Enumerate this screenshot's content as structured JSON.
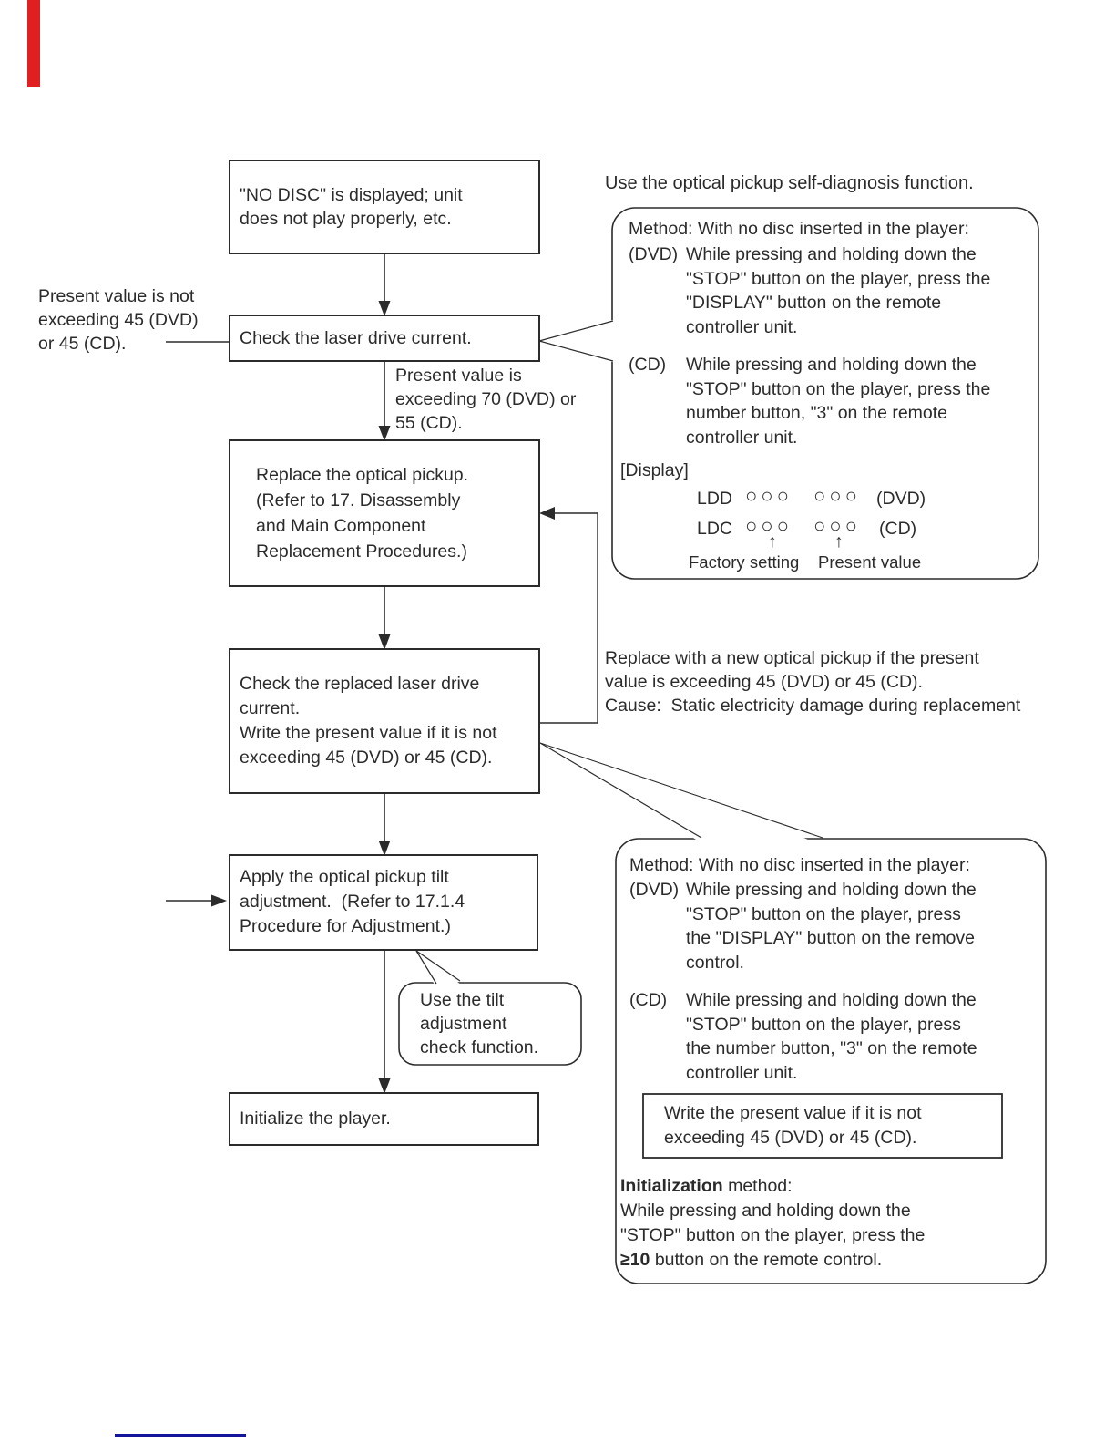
{
  "colors": {
    "ink": "#2b2b2b",
    "red_tab": "#e02020",
    "footer_rule_blue": "#15159b"
  },
  "flowchart": {
    "symptom_box": "\"NO DISC\" is displayed; unit\ndoes not play properly, etc.",
    "ok_branch_label": "Present value is not\nexceeding 45 (DVD)\nor 45 (CD).",
    "check_current_box": "Check the laser drive current.",
    "fail_branch_label": "Present value is\nexceeding 70 (DVD) or\n55 (CD).",
    "replace_pickup_box": "Replace the optical pickup.\n(Refer to 17. Disassembly\nand Main Component\nReplacement Procedures.)",
    "check_replaced_box": "Check the replaced laser drive\ncurrent.\nWrite the present value if it is not\nexceeding 45 (DVD) or 45 (CD).",
    "tilt_adjust_box": "Apply the optical pickup tilt\nadjustment.  (Refer to 17.1.4\nProcedure for Adjustment.)",
    "tilt_check_bubble": "Use the tilt\nadjustment\ncheck function.",
    "initialize_box": "Initialize the player."
  },
  "self_diagnosis": {
    "header": "Use the optical pickup self-diagnosis function.",
    "method_intro": "Method: With no disc inserted in the player:",
    "dvd_label": "(DVD)",
    "dvd_steps": "While pressing and holding down the\n\"STOP\" button on the player, press the\n\"DISPLAY\" button on the remote\ncontroller unit.",
    "cd_label": "(CD)",
    "cd_steps": "While pressing and holding down the\n\"STOP\" button on the player, press the\nnumber button, \"3\" on the remote\ncontroller unit.",
    "display_heading": "[Display]",
    "ldd_label": "LDD",
    "ldd_group1": "○○○",
    "ldd_group2": "○○○",
    "ldd_tag": "(DVD)",
    "ldc_label": "LDC",
    "ldc_group1": "○○○",
    "ldc_group2": "○○○",
    "ldc_tag": "(CD)",
    "pointer_arrow": "↑",
    "factory_setting_label": "Factory setting",
    "present_value_label": "Present value"
  },
  "replace_note": "Replace with a new optical pickup if the present\nvalue is exceeding 45 (DVD) or 45 (CD).\nCause:  Static electricity damage during replacement",
  "initialization_bubble": {
    "method_intro": "Method: With no disc inserted in the player:",
    "dvd_label": "(DVD)",
    "dvd_steps": "While pressing and holding down the\n\"STOP\" button on the player, press\nthe \"DISPLAY\" button on the remove\ncontrol.",
    "cd_label": "(CD)",
    "cd_steps": "While pressing and holding down the\n\"STOP\" button on the player, press\nthe number button, \"3\" on the remote\ncontroller unit.",
    "write_value_box": "Write the present value if it is not\nexceeding 45 (DVD) or 45 (CD).",
    "init_heading_bold": "Initialization",
    "init_heading_rest": " method:",
    "init_steps": "While pressing and holding down the\n\"STOP\" button on the player, press the",
    "init_steps_bold": "≥10",
    "init_steps_rest": " button on the remote control."
  }
}
